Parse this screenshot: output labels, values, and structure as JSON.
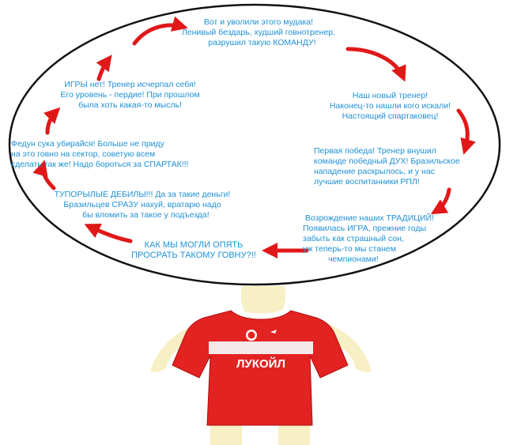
{
  "cycle": {
    "fired": "Вот и уволили этого мудака!\nЛенивый бездарь, худший говнотренер,\n   разрушил такую КОМАНДУ!",
    "new_coach": "Наш новый тренер!\nНаконец-то нашли кого искали!\nНастоящий спартаковец!",
    "first_win": "Первая победа! Тренер внушил\nкоманде победный ДУХ! Бразильское\nнападение раскрылось, и у нас\nлучшие воспитанники РПЛ!",
    "revival": " Возрождение наших ТРАДИЦИЙ!\nПоявилась ИГРА, прежние годы\nзабыть как страшный сон,\nуж теперь-то мы станем\n           чемпионами!",
    "how_could_we": "КАК МЫ МОГЛИ ОПЯТЬ\nПРОСРАТЬ ТАКОМУ ГОВНУ?!!",
    "morons": "ТУПОРЫЛЫЕ ДЕБИЛЫ!!! Да за такие деньги!\nБразильцев СРАЗУ нахуй, вратарю надо\n   бы вломить за такое у подъезда!",
    "fedun": "Федун сука убирайся! Больше не приду\nна это говно на сектор, советую всем\nсделать так же! Надо бороться за СПАРТАК!!!",
    "no_game": "ИГРЫ нет! Тренер исчерпал себя!\nЕго уровень - пердие! При прошлом\nбыла хоть какая-то мысль!"
  },
  "jersey": {
    "sponsor": "ЛУКОЙЛ"
  },
  "colors": {
    "text": "#1e90d6",
    "arrow": "#e01818",
    "jersey": "#e32222",
    "skin": "#f7f0c4"
  }
}
